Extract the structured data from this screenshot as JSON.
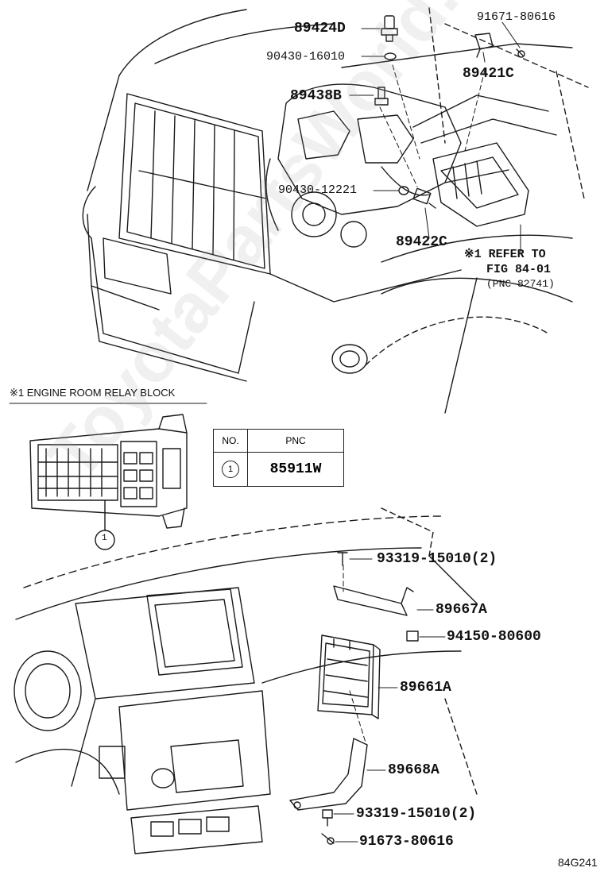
{
  "parts": {
    "p89424D": "89424D",
    "p90430_16010": "90430-16010",
    "p89438B": "89438B",
    "p91671_80616": "91671-80616",
    "p89421C": "89421C",
    "p90430_12221": "90430-12221",
    "p89422C": "89422C",
    "p93319_top": "93319-15010(2)",
    "p89667A": "89667A",
    "p94150_80600": "94150-80600",
    "p89661A": "89661A",
    "p89668A": "89668A",
    "p93319_bottom": "93319-15010(2)",
    "p91673_80616": "91673-80616"
  },
  "reference": {
    "line1": "※1 REFER TO",
    "line2": "FIG 84-01",
    "line3": "(PNC 82741)"
  },
  "relay_block": {
    "caption": "※1  ENGINE ROOM RELAY BLOCK",
    "callout": "1"
  },
  "pnc_table": {
    "header_no": "NO.",
    "header_pnc": "PNC",
    "row_no": "1",
    "row_pnc": "85911W"
  },
  "watermark": "ToyotaPartsWorld.ru",
  "figure_id": "84G241"
}
